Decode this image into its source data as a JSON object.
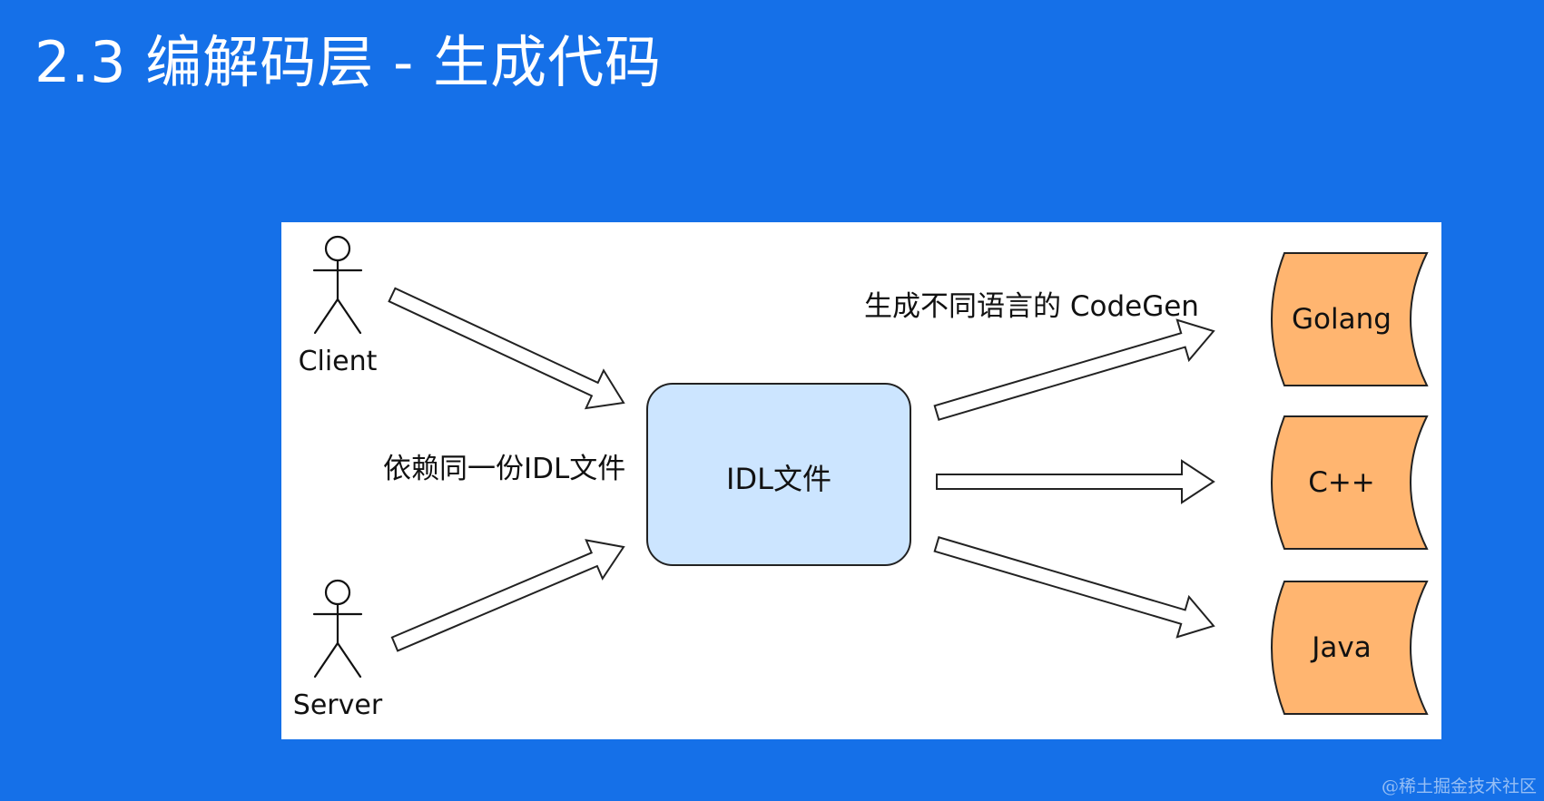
{
  "slide": {
    "title": "2.3 编解码层 - 生成代码"
  },
  "diagram": {
    "actors": {
      "client": "Client",
      "server": "Server"
    },
    "shared_label": "依赖同一份IDL文件",
    "idl_box": "IDL文件",
    "codegen_label": "生成不同语言的 CodeGen",
    "languages": [
      "Golang",
      "C++",
      "Java"
    ]
  },
  "footer": {
    "source_watermark": "@稀土掘金技术社区"
  },
  "colors": {
    "background": "#1570e8",
    "panel": "#ffffff",
    "idl_fill": "#cce5ff",
    "lang_fill": "#ffb570"
  }
}
